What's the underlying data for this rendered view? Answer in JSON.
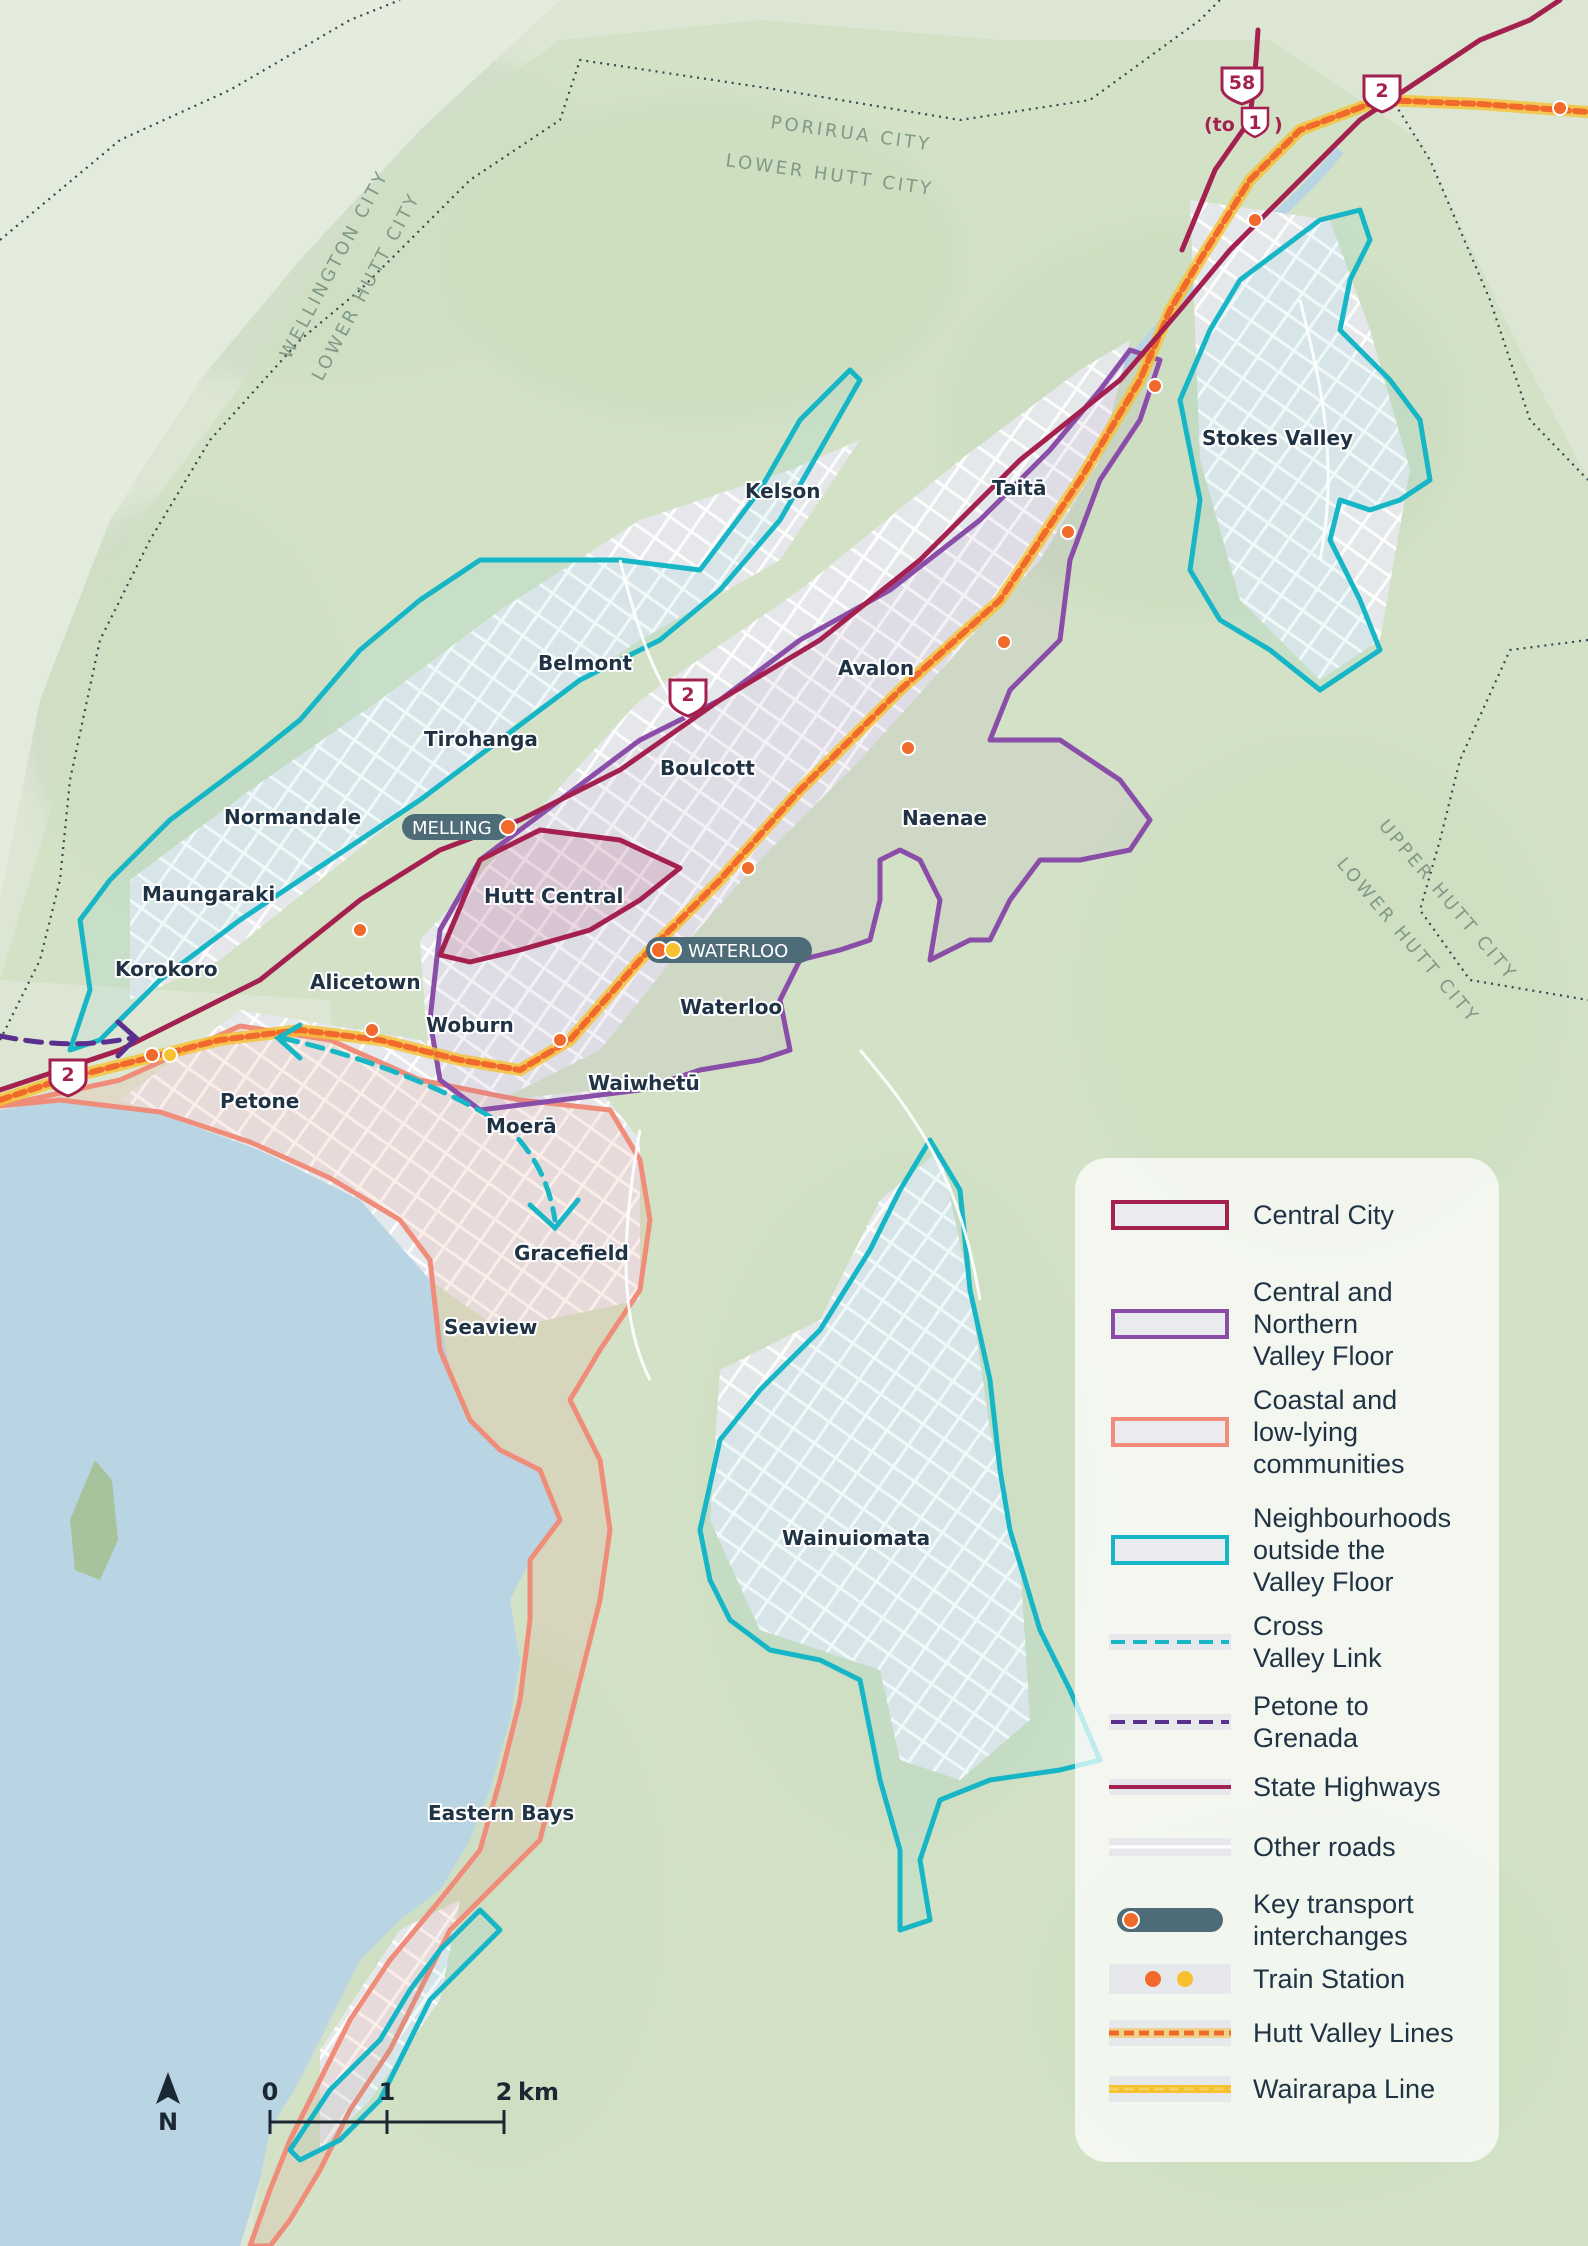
{
  "colors": {
    "central_city": "#a4214f",
    "valley_floor": "#8a4ea8",
    "coastal": "#ef8c7a",
    "neighbourhoods": "#17b6c6",
    "cross_valley": "#19b7c6",
    "petone_grenada": "#5a2f8e",
    "state_highway": "#a4214f",
    "hutt_line": "#f26a2b",
    "wairarapa_line": "#f6c02f",
    "water": "#b9d5e3",
    "land": "#dfe8d6"
  },
  "suburbs": [
    {
      "name": "Kelson"
    },
    {
      "name": "Taitā"
    },
    {
      "name": "Stokes Valley"
    },
    {
      "name": "Belmont"
    },
    {
      "name": "Avalon"
    },
    {
      "name": "Tirohanga"
    },
    {
      "name": "Boulcott"
    },
    {
      "name": "Normandale"
    },
    {
      "name": "Naenae"
    },
    {
      "name": "Maungaraki"
    },
    {
      "name": "Hutt Central"
    },
    {
      "name": "Korokoro"
    },
    {
      "name": "Alicetown"
    },
    {
      "name": "Woburn"
    },
    {
      "name": "Waterloo"
    },
    {
      "name": "Waiwhetū"
    },
    {
      "name": "Petone"
    },
    {
      "name": "Moerā"
    },
    {
      "name": "Gracefield"
    },
    {
      "name": "Seaview"
    },
    {
      "name": "Wainuiomata"
    },
    {
      "name": "Eastern Bays"
    }
  ],
  "boundaries": {
    "porirua_city": "PORIRUA CITY",
    "lower_hutt_city_north": "LOWER HUTT CITY",
    "wellington_city": "WELLINGTON CITY",
    "lower_hutt_city_west": "LOWER HUTT CITY",
    "upper_hutt_city": "UPPER HUTT CITY",
    "lower_hutt_city_east": "LOWER HUTT CITY"
  },
  "interchanges": {
    "melling": "MELLING",
    "waterloo": "WATERLOO"
  },
  "highway_shields": {
    "sh2_south": "2",
    "sh2_mid": "2",
    "sh2_north": "2",
    "sh58": "58",
    "to_label_pre": "(to",
    "to_num": "1",
    "to_label_post": ")"
  },
  "scale_bar": {
    "zero": "0",
    "one": "1",
    "two": "2",
    "unit": "km",
    "north": "N"
  },
  "legend": [
    {
      "label": "Central City",
      "swatch": "region",
      "color": "#a4214f"
    },
    {
      "label": "Central and\nNorthern\nValley Floor",
      "swatch": "region",
      "color": "#8a4ea8"
    },
    {
      "label": "Coastal and\nlow-lying\ncommunities",
      "swatch": "region",
      "color": "#ef8c7a"
    },
    {
      "label": "Neighbourhoods\noutside the\nValley Floor",
      "swatch": "region",
      "color": "#17b6c6"
    },
    {
      "label": "Cross\nValley Link",
      "swatch": "dash",
      "color": "#19b7c6"
    },
    {
      "label": "Petone to\nGrenada",
      "swatch": "dash",
      "color": "#5a2f8e"
    },
    {
      "label": "State Highways",
      "swatch": "line",
      "color": "#a4214f"
    },
    {
      "label": "Other roads",
      "swatch": "roads",
      "color": "#e6e8ec"
    },
    {
      "label": "Key transport\ninterchanges",
      "swatch": "interchange",
      "color": "#4e6b78"
    },
    {
      "label": "Train Station",
      "swatch": "stations",
      "color": "#f26a2b"
    },
    {
      "label": "Hutt Valley Lines",
      "swatch": "hutt",
      "color": "#f26a2b"
    },
    {
      "label": "Wairarapa Line",
      "swatch": "wairarapa",
      "color": "#f6c02f"
    }
  ]
}
